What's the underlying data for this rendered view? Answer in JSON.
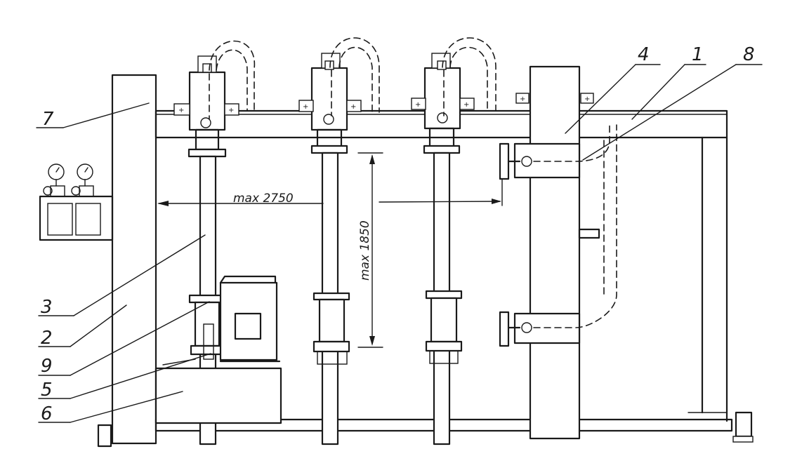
{
  "callouts": {
    "c1": "1",
    "c2": "2",
    "c3": "3",
    "c4": "4",
    "c5": "5",
    "c6": "6",
    "c7": "7",
    "c8": "8",
    "c9": "9"
  },
  "dimensions": {
    "width_label": "max 2750",
    "height_label": "max 1850"
  }
}
